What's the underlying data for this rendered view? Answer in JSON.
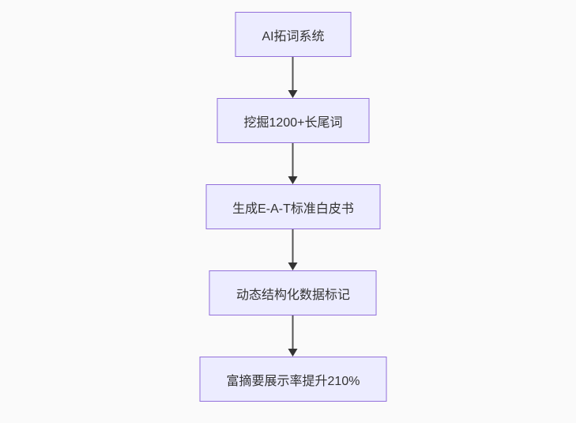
{
  "diagram": {
    "type": "flowchart",
    "direction": "top-down",
    "nodes": [
      {
        "id": "step-1",
        "label": "AI拓词系统"
      },
      {
        "id": "step-2",
        "label": "挖掘1200+长尾词"
      },
      {
        "id": "step-3",
        "label": "生成E-A-T标准白皮书"
      },
      {
        "id": "step-4",
        "label": "动态结构化数据标记"
      },
      {
        "id": "step-5",
        "label": "富摘要展示率提升210%"
      }
    ],
    "edges": [
      {
        "from": "step-1",
        "to": "step-2",
        "style": "arrow-down"
      },
      {
        "from": "step-2",
        "to": "step-3",
        "style": "arrow-down"
      },
      {
        "from": "step-3",
        "to": "step-4",
        "style": "arrow-down"
      },
      {
        "from": "step-4",
        "to": "step-5",
        "style": "arrow-down"
      }
    ],
    "colors": {
      "node_fill": "#ECECFF",
      "node_border": "#9370DB",
      "arrow": "#333333",
      "text": "#333333",
      "background": "#fafafa"
    }
  }
}
